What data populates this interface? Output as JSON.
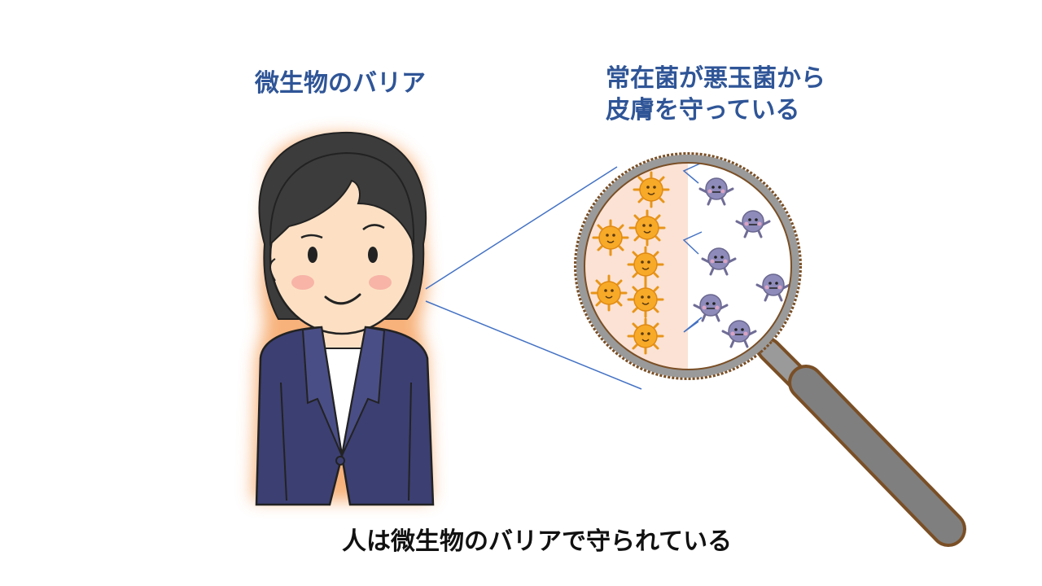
{
  "labels": {
    "left_title": "微生物のバリア",
    "right_title_line1": "常在菌が悪玉菌から",
    "right_title_line2": "皮膚を守っている",
    "caption": "人は微生物のバリアで守られている"
  },
  "colors": {
    "title_blue": "#2f5597",
    "caption_black": "#111111",
    "glow_orange": "#f4a261",
    "skin_zone": "#fbe2d4",
    "good_bacteria": "#f5a623",
    "bad_bacteria": "#8c89b8",
    "magnifier_rim": "#8b5a2b",
    "magnifier_handle": "#808080",
    "suit_navy": "#3b3d6e",
    "hair": "#3a3a3a"
  },
  "illustration": {
    "person_icon": "woman-in-suit-icon",
    "magnifier_icon": "magnifying-glass-icon",
    "good_bacteria_icon": "resident-bacteria-icon",
    "bad_bacteria_icon": "bad-bacteria-icon"
  }
}
